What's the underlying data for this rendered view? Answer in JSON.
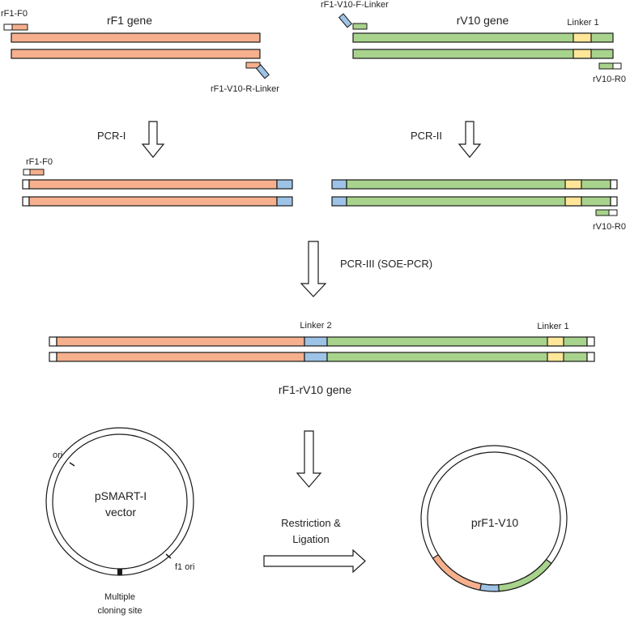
{
  "colors": {
    "rf1": "#f6b08d",
    "rv10": "#a8d38c",
    "linker2": "#9dc3e6",
    "linker1": "#ffe699",
    "outline": "#1a1a1a",
    "white": "#ffffff"
  },
  "labels": {
    "rf1_gene": "rF1 gene",
    "rv10_gene": "rV10 gene",
    "rf1_f0": "rF1-F0",
    "rf1_v10_r_linker": "rF1-V10-R-Linker",
    "rf1_v10_f_linker": "rF1-V10-F-Linker",
    "linker1": "Linker 1",
    "linker2": "Linker 2",
    "rv10_r0": "rV10-R0",
    "pcr1": "PCR-I",
    "pcr2": "PCR-II",
    "pcr3": "PCR-III (SOE-PCR)",
    "fused_gene": "rF1-rV10 gene",
    "vector_name_line1": "pSMART-I",
    "vector_name_line2": "vector",
    "ori": "ori",
    "f1_ori": "f1 ori",
    "mcs_line1": "Multiple",
    "mcs_line2": "cloning site",
    "restriction_line1": "Restriction &",
    "restriction_line2": "Ligation",
    "product": "prF1-V10"
  }
}
